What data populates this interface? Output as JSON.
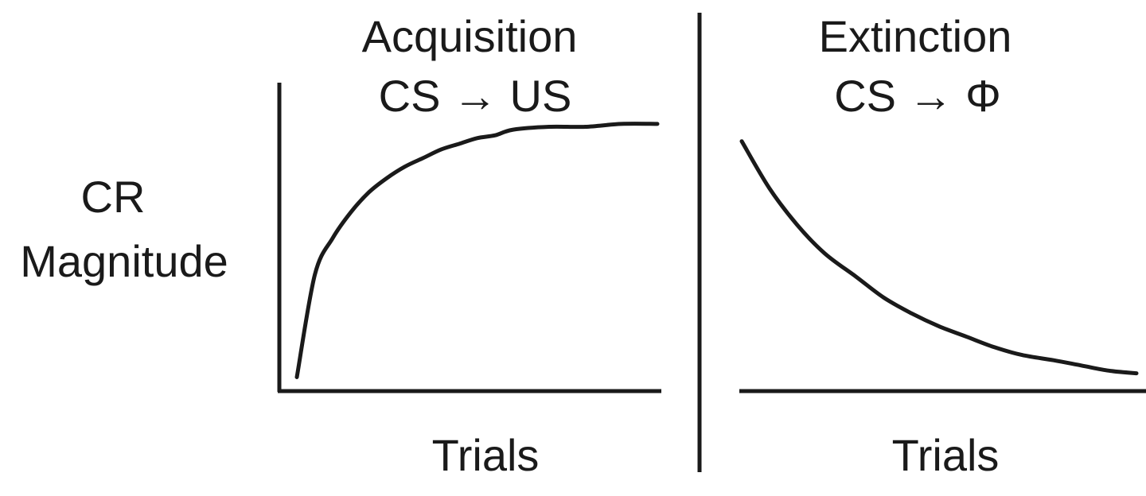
{
  "chart_data": [
    {
      "type": "line",
      "title": "Acquisition",
      "subtitle": "CS → US",
      "xlabel": "Trials",
      "ylabel": [
        "CR",
        "Magnitude"
      ],
      "shape": "increasing, negatively accelerated (rises steeply then levels off)",
      "series": [
        {
          "values": [
            0.06,
            0.42,
            0.55,
            0.64,
            0.71,
            0.76,
            0.8,
            0.83,
            0.86,
            0.88,
            0.9,
            0.91,
            0.93,
            0.94,
            0.94,
            0.95,
            0.95
          ]
        }
      ],
      "x": [
        0,
        0.05,
        0.1,
        0.15,
        0.2,
        0.25,
        0.3,
        0.35,
        0.4,
        0.45,
        0.5,
        0.55,
        0.6,
        0.7,
        0.8,
        0.9,
        1.0
      ]
    },
    {
      "type": "line",
      "title": "Extinction",
      "subtitle": "CS → Φ",
      "xlabel": "Trials",
      "shape": "decreasing, negatively accelerated (falls steeply then levels off)",
      "series": [
        {
          "values": [
            0.94,
            0.76,
            0.62,
            0.51,
            0.42,
            0.34,
            0.28,
            0.23,
            0.19,
            0.15,
            0.12,
            0.1,
            0.08,
            0.06,
            0.05
          ]
        }
      ],
      "x": [
        0,
        0.07,
        0.14,
        0.21,
        0.29,
        0.36,
        0.43,
        0.5,
        0.57,
        0.64,
        0.71,
        0.79,
        0.86,
        0.93,
        1.0
      ]
    }
  ]
}
